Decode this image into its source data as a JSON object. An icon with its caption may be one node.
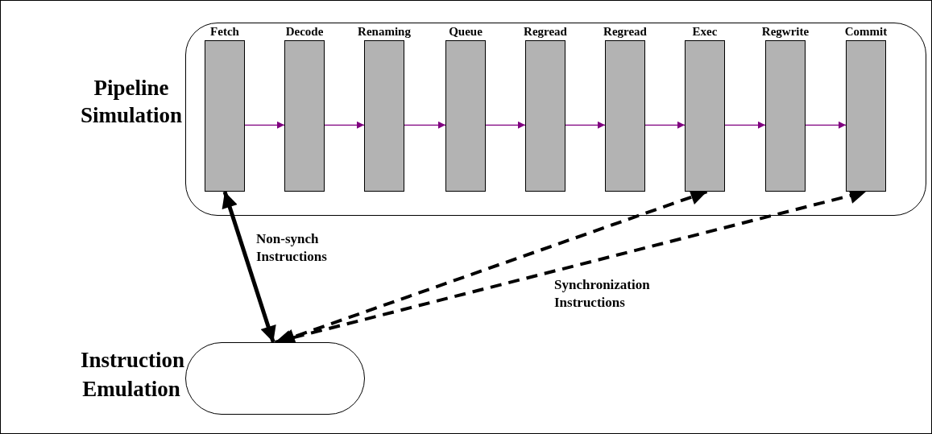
{
  "diagram": {
    "nodes": [
      {
        "text": [
          "Pipeline Simulation"
        ]
      },
      {
        "text": [
          "Fetch"
        ],
        "in": 0
      },
      {
        "text": [
          "Decode"
        ],
        "in": 0
      },
      {
        "text": [
          "Renaming"
        ],
        "in": 0
      },
      {
        "text": [
          "Queue"
        ],
        "in": 0
      },
      {
        "text": [
          "Regread"
        ],
        "in": 0
      },
      {
        "text": [
          "Regread"
        ],
        "in": 0
      },
      {
        "text": [
          "Exec"
        ],
        "in": 0
      },
      {
        "text": [
          "Regwrite"
        ],
        "in": 0
      },
      {
        "text": [
          "Commit"
        ],
        "in": 0
      },
      {
        "text": [
          "Instruction Emulation"
        ]
      }
    ],
    "edges": [
      {
        "from": 1,
        "to": 2,
        "arrow": "to"
      },
      {
        "from": 2,
        "to": 3,
        "arrow": "to"
      },
      {
        "from": 3,
        "to": 4,
        "arrow": "to"
      },
      {
        "from": 4,
        "to": 5,
        "arrow": "to"
      },
      {
        "from": 5,
        "to": 6,
        "arrow": "to"
      },
      {
        "from": 6,
        "to": 7,
        "arrow": "to"
      },
      {
        "from": 7,
        "to": 8,
        "arrow": "to"
      },
      {
        "from": 8,
        "to": 9,
        "arrow": "to"
      },
      {
        "from": 1,
        "to": 10,
        "arrow": "both",
        "label": "Non-synch Instructions",
        "style": "thick",
        "color": "#000000"
      },
      {
        "from": 10,
        "to": 7,
        "arrow": "both",
        "style": "dashed",
        "color": "#000000"
      },
      {
        "from": 10,
        "to": 9,
        "arrow": "both",
        "label": "Synchronization Instructions",
        "style": "dashed",
        "color": "#000000"
      }
    ]
  }
}
